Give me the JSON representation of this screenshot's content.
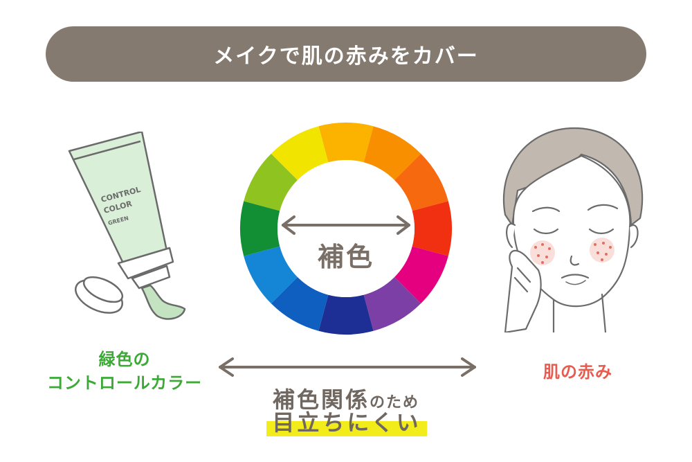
{
  "banner": {
    "title": "メイクで肌の赤みをカバー"
  },
  "wheel": {
    "center_label": "補色",
    "colors": [
      "#fbb300",
      "#f88f00",
      "#f7690e",
      "#f03010",
      "#e5007f",
      "#7b3fa5",
      "#1d2f94",
      "#0f5fc1",
      "#1585d6",
      "#128f35",
      "#8fc31f",
      "#f1e500"
    ]
  },
  "product": {
    "tube_text_1": "CONTROL",
    "tube_text_2": "COLOR",
    "tube_text_3": "GREEN",
    "label_line1": "緑色の",
    "label_line2": "コントロールカラー"
  },
  "face": {
    "label": "肌の赤み"
  },
  "relation": {
    "main": "補色関係",
    "suffix": "のため",
    "note": "目立ちにくい"
  },
  "colors": {
    "banner": "#857a70",
    "green_label": "#3aaa35",
    "red_label": "#e95b4f",
    "highlight": "#f3ec1b"
  }
}
